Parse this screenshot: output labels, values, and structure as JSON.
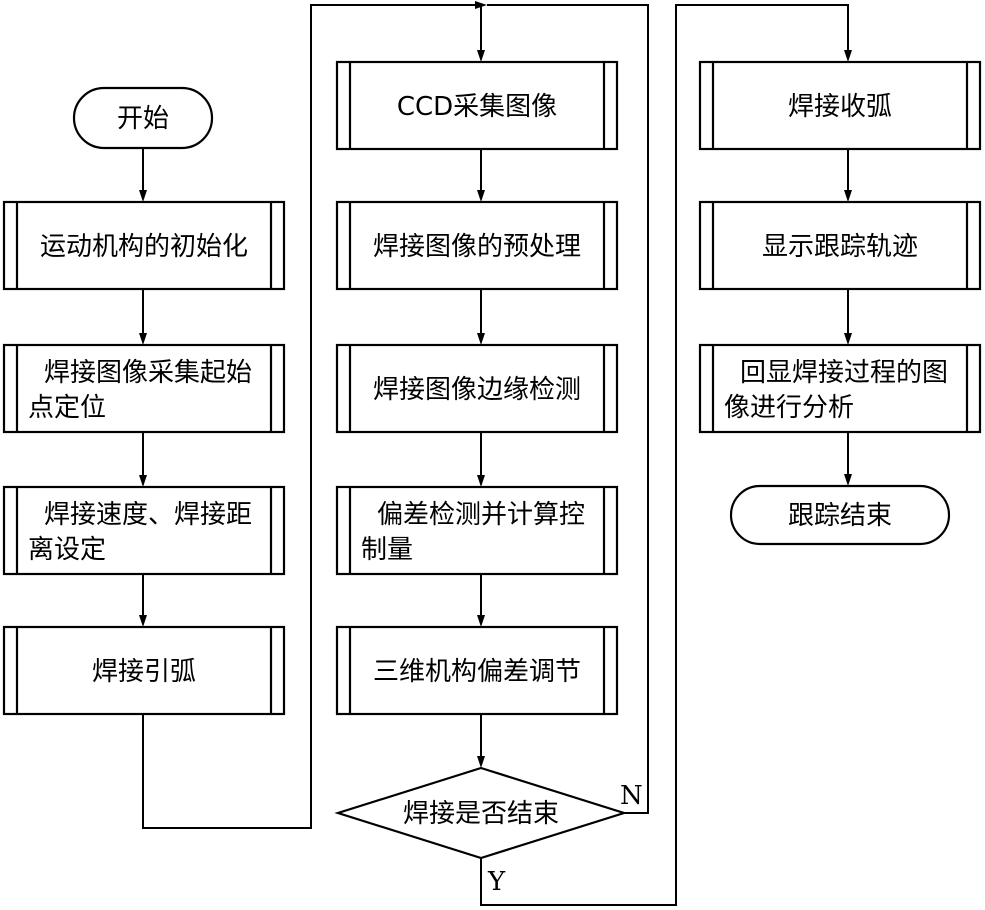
{
  "nodes": {
    "start": [
      "开始"
    ],
    "init": [
      "运动机构的初始化"
    ],
    "start_point": [
      "焊接图像采集起始",
      "点定位"
    ],
    "speed": [
      "焊接速度、焊接距",
      "离设定"
    ],
    "arc_start": [
      "焊接引弧"
    ],
    "ccd": [
      "CCD采集图像"
    ],
    "preprocess": [
      "焊接图像的预处理"
    ],
    "edge_detect": [
      "焊接图像边缘检测"
    ],
    "deviation": [
      "偏差检测并计算控",
      "制量"
    ],
    "adjust": [
      "三维机构偏差调节"
    ],
    "decision": [
      "焊接是否结束"
    ],
    "arc_end": [
      "焊接收弧"
    ],
    "show_track": [
      "显示跟踪轨迹"
    ],
    "replay": [
      "回显焊接过程的图",
      "像进行分析"
    ],
    "end": [
      "跟踪结束"
    ]
  },
  "branches": {
    "no": "N",
    "yes": "Y"
  }
}
